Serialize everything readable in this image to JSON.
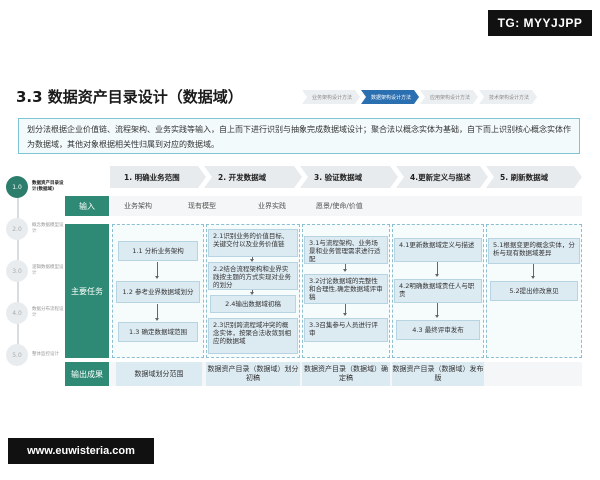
{
  "watermark_top": "TG: MYYJJPP",
  "watermark_bottom": "www.euwisteria.com",
  "title": "3.3 数据资产目录设计（数据域）",
  "steps": [
    "业务架构设计方法",
    "数据架构设计方法",
    "应用架构设计方法",
    "技术架构设计方法"
  ],
  "intro": "划分法根据企业价值链、流程架构、业务实践等输入，自上而下进行识别与抽象完成数据域设计；聚合法以概念实体为基础，自下而上识别核心概念实体作为数据域，其他对象根据相关性归属到对应的数据域。",
  "left_track": [
    {
      "num": "1.0",
      "label": "数据资产目录设计(数据域)"
    },
    {
      "num": "2.0",
      "label": "概念数据模型设计"
    },
    {
      "num": "3.0",
      "label": "逻辑数据模型设计"
    },
    {
      "num": "4.0",
      "label": "数据分布流程设计"
    },
    {
      "num": "5.0",
      "label": "整体监控设计"
    }
  ],
  "row_labels": {
    "input": "输入",
    "main": "主要任务",
    "output": "输出成果"
  },
  "phases": [
    "1. 明确业务范围",
    "2. 开发数据域",
    "3. 验证数据域",
    "4.更新定义与描述",
    "5. 刷新数据域"
  ],
  "inputs": [
    "业务架构",
    "现有模型",
    "业界实践",
    "愿景/使命/价值"
  ],
  "col1": [
    "1.1 分析业务架构",
    "1.2 参考业界数据域划分",
    "1.3 确定数据域范围"
  ],
  "col2": [
    "2.1识别业务的价值目标、关键交付以及业务价值链",
    "2.2结合流程架构和业界实践按主题的方式实现对业务的划分",
    "2.4输出数据域初稿",
    "2.3识别跨流程域冲突的概念实体，按聚合法收敛到相应的数据域"
  ],
  "col3": [
    "3.1与流程架构、业务场景和业务管理需求进行适配",
    "3.2讨论数据域的完整性和合理性,确定数据域评审稿",
    "3.3召集参与人员进行评审"
  ],
  "col4": [
    "4.1更新数据域定义与描述",
    "4.2明确数据域责任人与职责",
    "4.3 最终评审发布"
  ],
  "col5": [
    "5.1根据变更的概念实体，分析与现有数据域差异",
    "5.2提出修改意见"
  ],
  "outputs": [
    "数据域划分范围",
    "数据资产目录（数据域）划分初稿",
    "数据资产目录（数据域）确定稿",
    "数据资产目录（数据域）发布版"
  ]
}
